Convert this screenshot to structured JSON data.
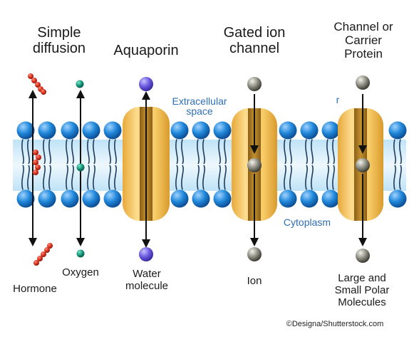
{
  "headings": {
    "simple_diffusion": [
      "Simple",
      "diffusion"
    ],
    "aquaporin": "Aquaporin",
    "gated_ion_channel": [
      "Gated ion",
      "channel"
    ],
    "carrier_protein": [
      "Channel or",
      "Carrier",
      "Protein"
    ]
  },
  "regions": {
    "extracellular": [
      "Extracellular",
      "space"
    ],
    "cytoplasm": "Cytoplasm",
    "stray_mark": "r"
  },
  "molecules": {
    "hormone": "Hormone",
    "oxygen": "Oxygen",
    "water": [
      "Water",
      "molecule"
    ],
    "ion": "Ion",
    "polar": [
      "Large and",
      "Small Polar",
      "Molecules"
    ]
  },
  "credit": "©Designa/Shutterstock.com",
  "icons": {
    "hormone": "hormone-molecule-icon",
    "oxygen": "oxygen-molecule-icon",
    "water": "water-molecule-icon",
    "ion": "ion-icon",
    "polar": "polar-molecule-icon"
  },
  "colors": {
    "phospholipid_head": "#1f86d8",
    "membrane_band": "#d6ecf8",
    "protein": "#f3c56a",
    "protein_dark": "#a97a22",
    "hormone": "#d8321e",
    "oxygen": "#12957a",
    "water": "#6b5be0",
    "ion": "#8f8f84",
    "region_text": "#2f6fb5"
  }
}
